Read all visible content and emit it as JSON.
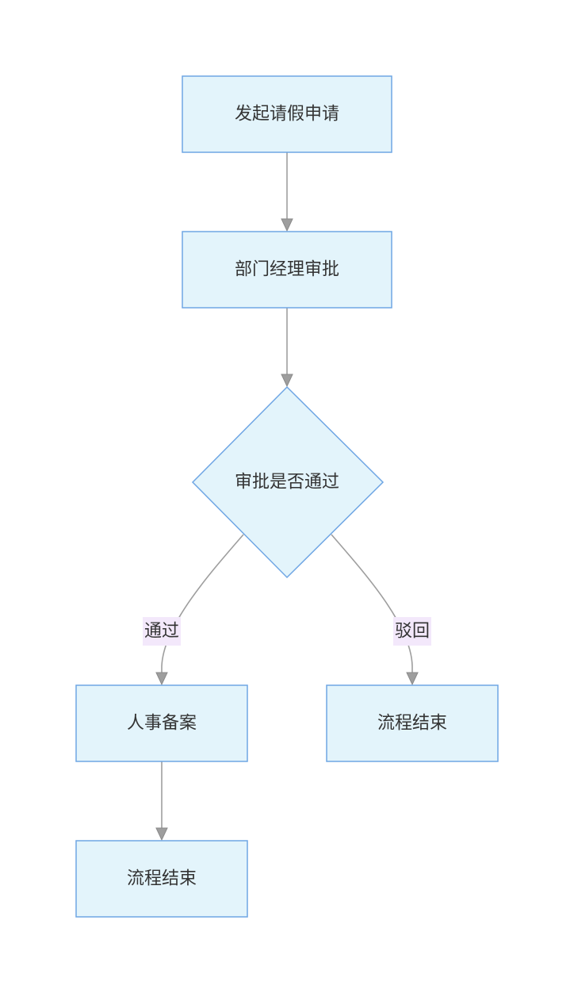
{
  "nodes": {
    "start": {
      "label": "发起请假申请"
    },
    "manager_approval": {
      "label": "部门经理审批"
    },
    "decision": {
      "label": "审批是否通过"
    },
    "hr_record": {
      "label": "人事备案"
    },
    "end_approved": {
      "label": "流程结束"
    },
    "end_rejected": {
      "label": "流程结束"
    }
  },
  "edges": {
    "approved": {
      "label": "通过"
    },
    "rejected": {
      "label": "驳回"
    }
  },
  "colors": {
    "node_fill": "#e3f4fb",
    "node_stroke": "#6fa6e4",
    "edge_stroke": "#9e9e9e",
    "edge_label_bg": "#f3e8fb",
    "text": "#333333"
  }
}
